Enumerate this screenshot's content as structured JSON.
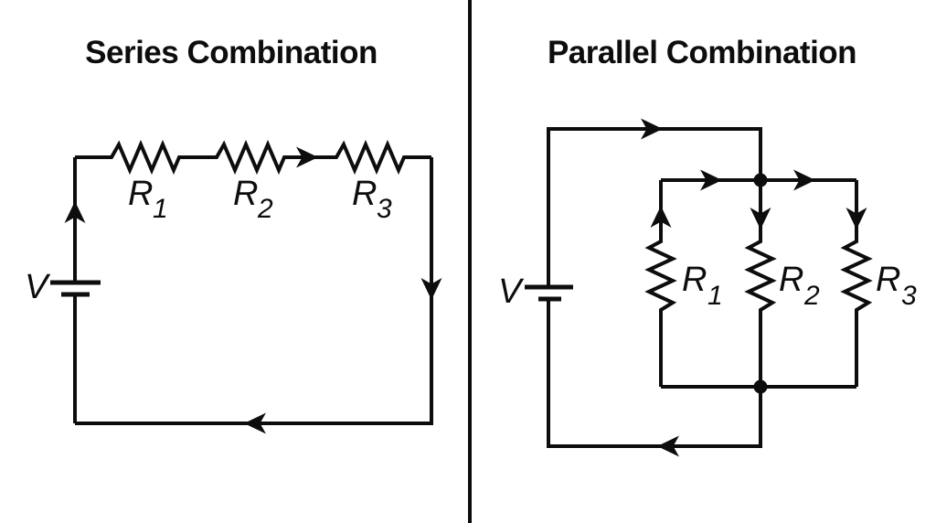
{
  "colors": {
    "line": "#0d0d0d",
    "background": "#ffffff"
  },
  "series_panel": {
    "title": "Series Combination",
    "battery_label": "V",
    "resistors": [
      {
        "symbol": "R",
        "sub": "1"
      },
      {
        "symbol": "R",
        "sub": "2"
      },
      {
        "symbol": "R",
        "sub": "3"
      }
    ]
  },
  "parallel_panel": {
    "title": "Parallel Combination",
    "battery_label": "V",
    "resistors": [
      {
        "symbol": "R",
        "sub": "1"
      },
      {
        "symbol": "R",
        "sub": "2"
      },
      {
        "symbol": "R",
        "sub": "3"
      }
    ]
  }
}
